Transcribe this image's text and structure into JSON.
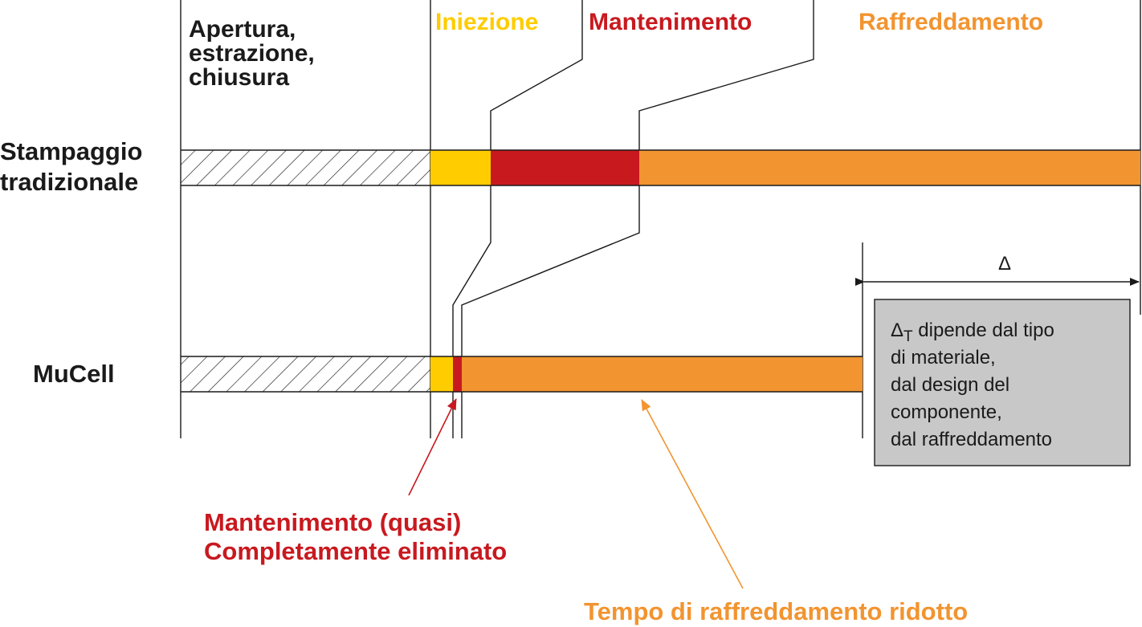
{
  "headers": {
    "apertura": [
      "Apertura,",
      "estrazione,",
      "chiusura"
    ],
    "iniezione": "Iniezione",
    "mantenimento": "Mantenimento",
    "raffreddamento": "Raffreddamento"
  },
  "rows": {
    "traditional": [
      "Stampaggio",
      "tradizionale"
    ],
    "mucell": "MuCell"
  },
  "delta": {
    "symbol": "Δ",
    "note_symbol": "Δ",
    "note_subscript": "T",
    "note_first_line_rest": " dipende dal tipo",
    "note_lines": [
      "di materiale,",
      "dal design del",
      "componente,",
      "dal raffreddamento"
    ]
  },
  "callouts": {
    "holding": [
      "Mantenimento (quasi)",
      "Completamente eliminato"
    ],
    "cooling": "Tempo di raffreddamento ridotto"
  },
  "colors": {
    "injection": "#FFCC00",
    "holding": "#C8191F",
    "cooling": "#F29430",
    "note_box": "#C8C8C8",
    "text_dark": "#1a1a1a"
  }
}
